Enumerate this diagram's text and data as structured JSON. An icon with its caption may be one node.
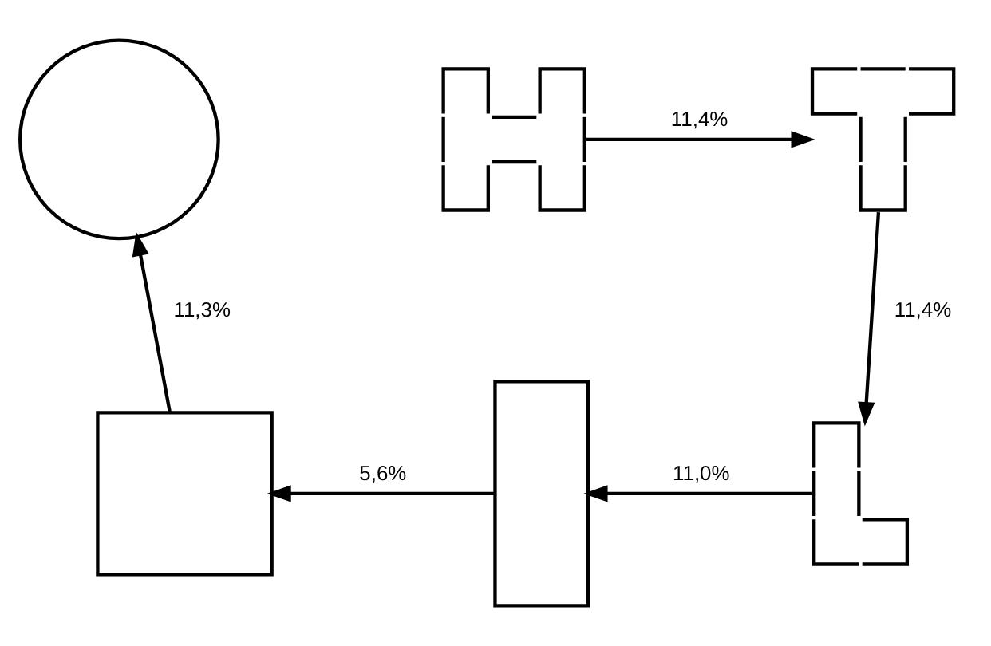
{
  "diagram": {
    "nodes": [
      {
        "text": [],
        "shape": "circle"
      },
      {
        "text": [],
        "shape": "polygon"
      },
      {
        "text": [],
        "shape": "polygon"
      },
      {
        "text": [],
        "shape": "box"
      },
      {
        "text": [],
        "shape": "bar"
      },
      {
        "text": [],
        "shape": "polygon"
      }
    ],
    "edges": [
      {
        "from": 1,
        "to": 2,
        "arrow": "to",
        "label": "11,4%"
      },
      {
        "from": 2,
        "to": 5,
        "arrow": "to",
        "label": "11,4%"
      },
      {
        "from": 5,
        "to": 4,
        "arrow": "to",
        "label": "11,0%"
      },
      {
        "from": 4,
        "to": 3,
        "arrow": "to",
        "label": "5,6%"
      },
      {
        "from": 3,
        "to": 0,
        "arrow": "to",
        "label": "11,3%"
      }
    ]
  }
}
